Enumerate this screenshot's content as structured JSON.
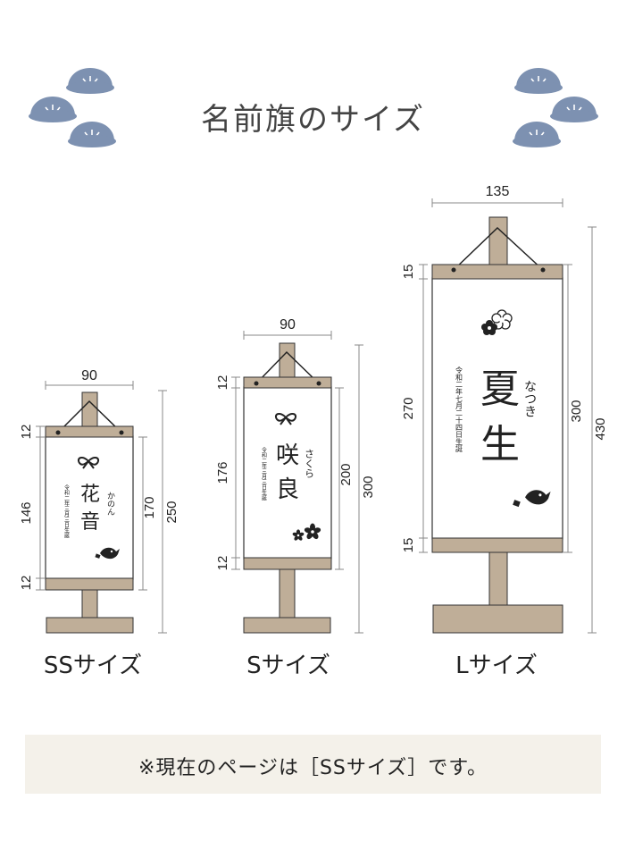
{
  "title": "名前旗のサイズ",
  "accent_color": "#7d91b1",
  "wood_color": "#bfae98",
  "banners": {
    "ss": {
      "label": "SSサイズ",
      "width": "90",
      "top_bar": "12",
      "body": "146",
      "bottom_bar": "12",
      "banner_height": "170",
      "total_height": "250",
      "name_line1": "花",
      "name_line2": "音",
      "reading": "かのん",
      "birth": "令和二年三月三日生誕"
    },
    "s": {
      "label": "Sサイズ",
      "width": "90",
      "top_bar": "12",
      "body": "176",
      "bottom_bar": "12",
      "banner_height": "200",
      "total_height": "300",
      "name_line1": "咲",
      "name_line2": "良",
      "reading": "さくら",
      "birth": "令和二年三月三日生誕"
    },
    "l": {
      "label": "Lサイズ",
      "width": "135",
      "top_bar": "15",
      "body": "270",
      "bottom_bar": "15",
      "banner_height": "300",
      "total_height": "430",
      "name_line1": "夏",
      "name_line2": "生",
      "reading": "なつき",
      "birth": "令和二年七月二十四日生誕"
    }
  },
  "note": "※現在のページは［SSサイズ］です。"
}
